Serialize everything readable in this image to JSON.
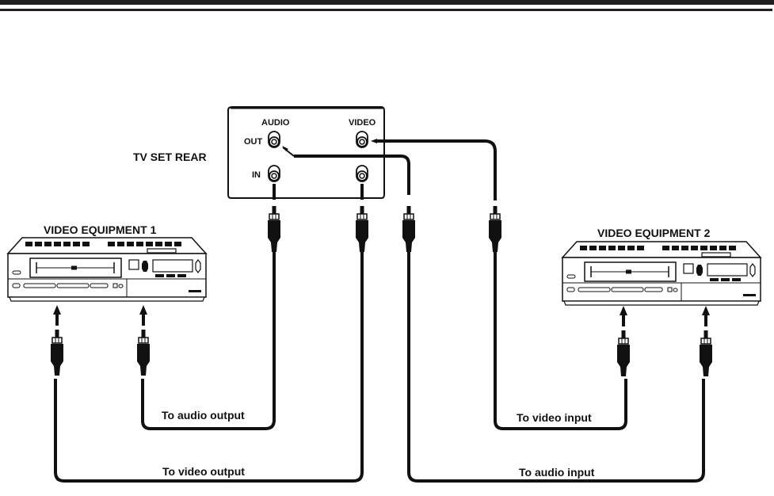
{
  "tv": {
    "title": "TV SET REAR",
    "audio_header": "AUDIO",
    "video_header": "VIDEO",
    "out_label": "OUT",
    "in_label": "IN"
  },
  "equipment": [
    {
      "label": "VIDEO EQUIPMENT 1"
    },
    {
      "label": "VIDEO EQUIPMENT 2"
    }
  ],
  "cables": [
    {
      "label": "To audio output"
    },
    {
      "label": "To video output"
    },
    {
      "label": "To video input"
    },
    {
      "label": "To audio input"
    }
  ],
  "colors": {
    "ink": "#111111",
    "background": "#ffffff"
  }
}
